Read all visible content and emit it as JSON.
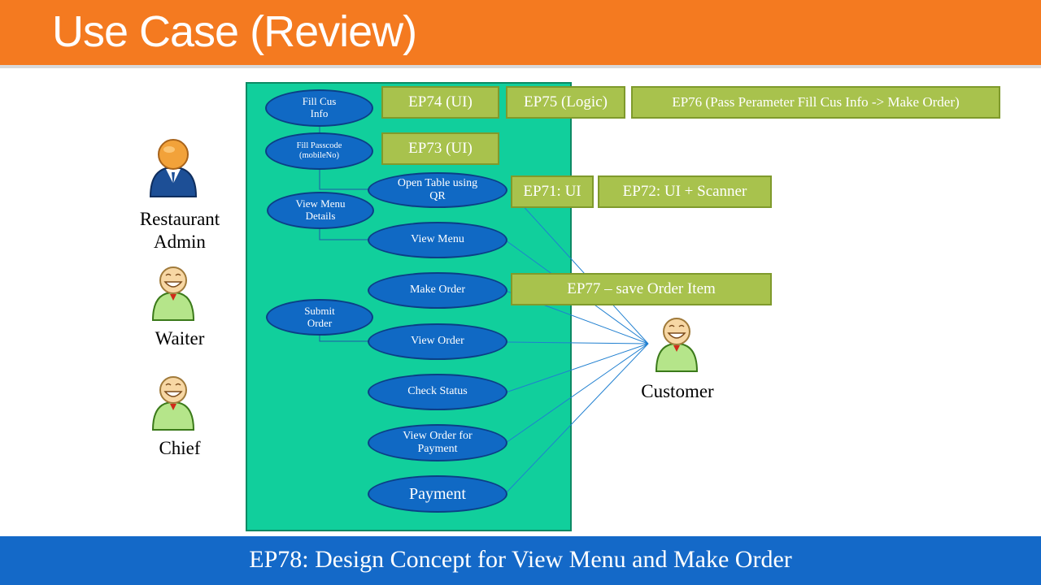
{
  "title": "Use Case (Review)",
  "footer": "EP78: Design Concept for View Menu and Make Order",
  "actors": {
    "admin": "Restaurant Admin",
    "waiter": "Waiter",
    "chief": "Chief",
    "customer": "Customer"
  },
  "use_cases": {
    "fill_cus_info": "Fill Cus Info",
    "fill_passcode": "Fill Passcode (mobileNo)",
    "open_table": "Open Table using QR",
    "view_menu_details": "View Menu Details",
    "view_menu": "View Menu",
    "make_order": "Make Order",
    "submit_order": "Submit Order",
    "view_order": "View Order",
    "check_status": "Check Status",
    "view_order_payment": "View Order for Payment",
    "payment": "Payment"
  },
  "tasks": {
    "ep74": "EP74 (UI)",
    "ep75": "EP75 (Logic)",
    "ep76": "EP76 (Pass Perameter Fill Cus Info -> Make Order)",
    "ep73": "EP73 (UI)",
    "ep71": "EP71: UI",
    "ep72": "EP72: UI + Scanner",
    "ep77": "EP77 – save Order Item"
  },
  "colors": {
    "title_bar": "#f47a20",
    "footer_bar": "#1469c8",
    "system_box": "#11cf9c",
    "use_case": "#1069c4",
    "task_box": "#a8c24d"
  },
  "icons": {
    "admin": "business-person-icon",
    "waiter": "smiling-person-icon",
    "chief": "smiling-person-icon",
    "customer": "smiling-person-icon"
  }
}
